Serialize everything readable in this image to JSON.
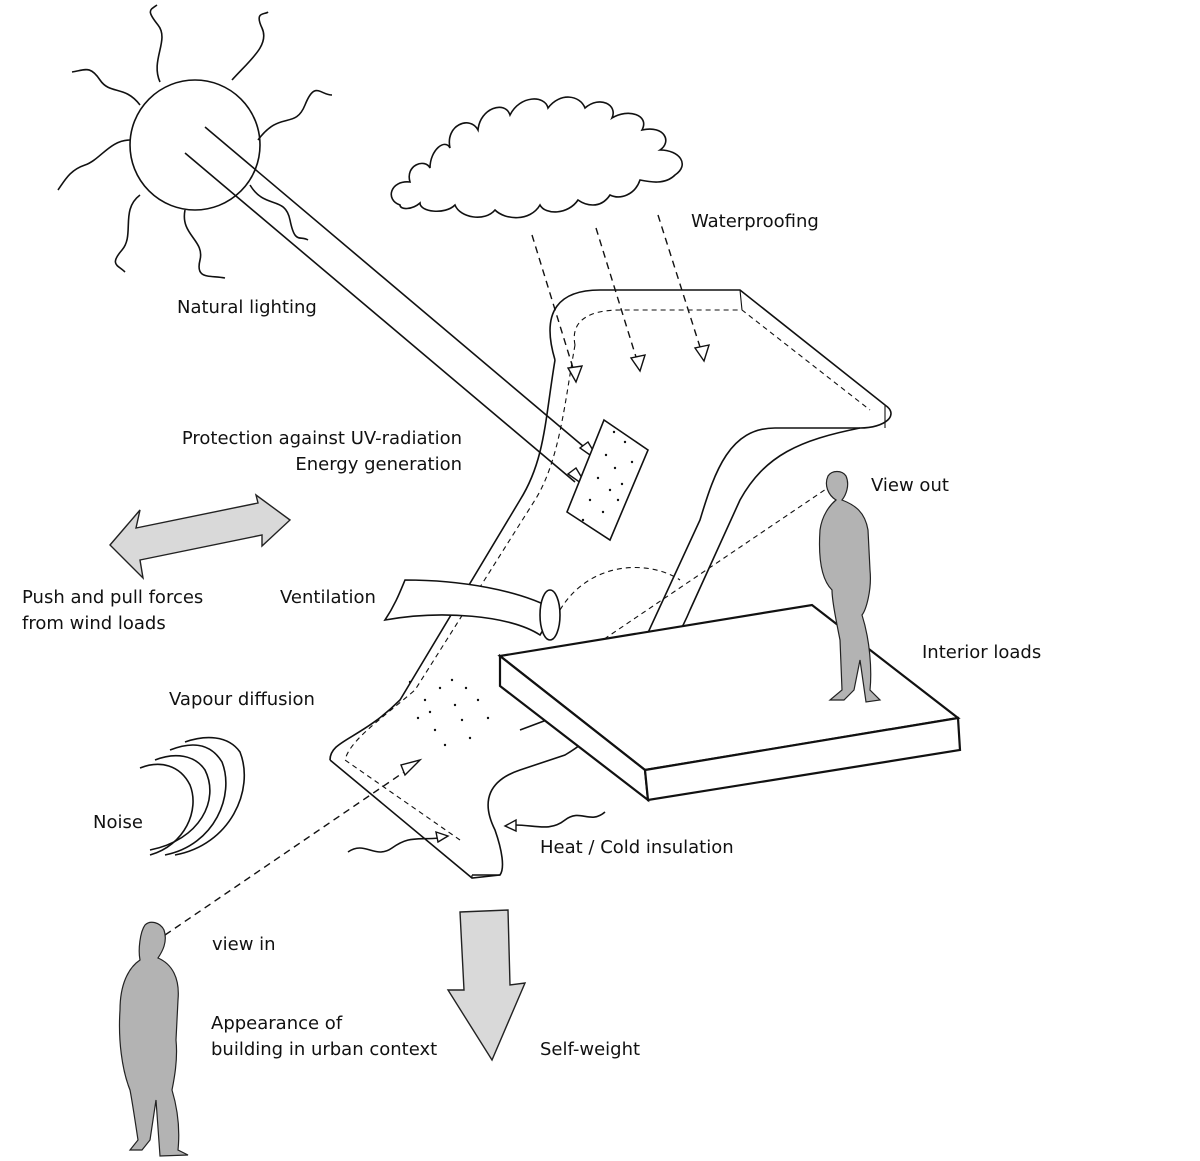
{
  "diagram": {
    "labels": {
      "waterproofing": "Waterproofing",
      "natural_lighting": "Natural lighting",
      "uv_protection": "Protection against UV-radiation",
      "energy_generation": "Energy generation",
      "view_out": "View out",
      "wind_line1": "Push and pull forces",
      "wind_line2": "from wind loads",
      "ventilation": "Ventilation",
      "interior_loads": "Interior loads",
      "vapour_diffusion": "Vapour diffusion",
      "noise": "Noise",
      "heat_cold": "Heat / Cold insulation",
      "view_in": "view in",
      "appearance_line1": "Appearance of",
      "appearance_line2": "building in urban context",
      "self_weight": "Self-weight"
    },
    "colors": {
      "line": "#111111",
      "arrow_fill": "#d9d9d9",
      "person_fill": "#b3b3b3"
    }
  }
}
